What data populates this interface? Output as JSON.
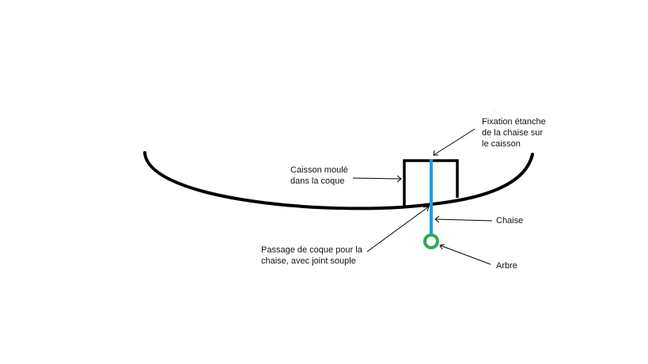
{
  "colors": {
    "hull": "#000000",
    "chaise": "#1a9fe0",
    "arbre": "#2eaa55",
    "leader": "#000000"
  },
  "labels": {
    "fixation": {
      "lines": [
        "Fixation étanche",
        "de la chaise sur",
        "le caisson"
      ]
    },
    "caisson": {
      "lines": [
        "Caisson moulé",
        "dans la coque"
      ]
    },
    "chaise": {
      "lines": [
        "Chaise"
      ]
    },
    "passage": {
      "lines": [
        "Passage de coque pour la",
        "chaise, avec joint souple"
      ]
    },
    "arbre": {
      "lines": [
        "Arbre"
      ]
    }
  },
  "marks": {
    "dot": "."
  }
}
